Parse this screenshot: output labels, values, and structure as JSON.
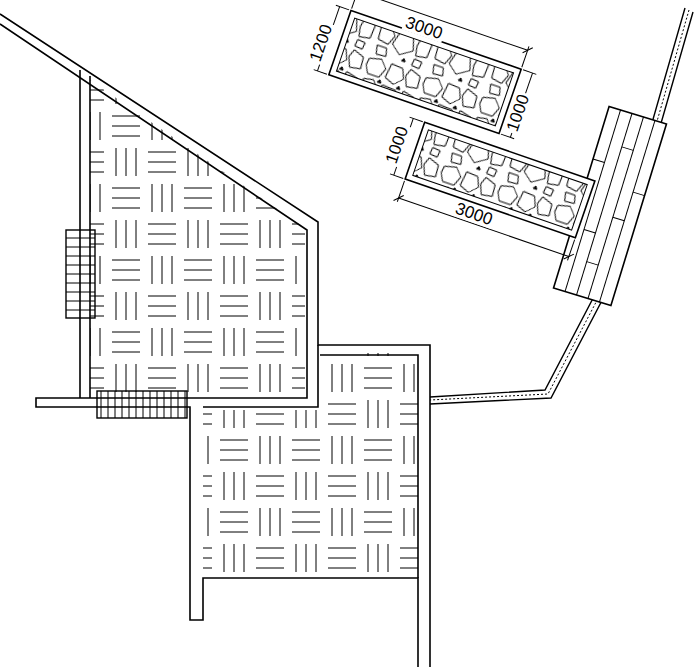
{
  "diagram": {
    "labels": [
      "3000",
      "1200",
      "1000",
      "1000",
      "3000"
    ]
  }
}
